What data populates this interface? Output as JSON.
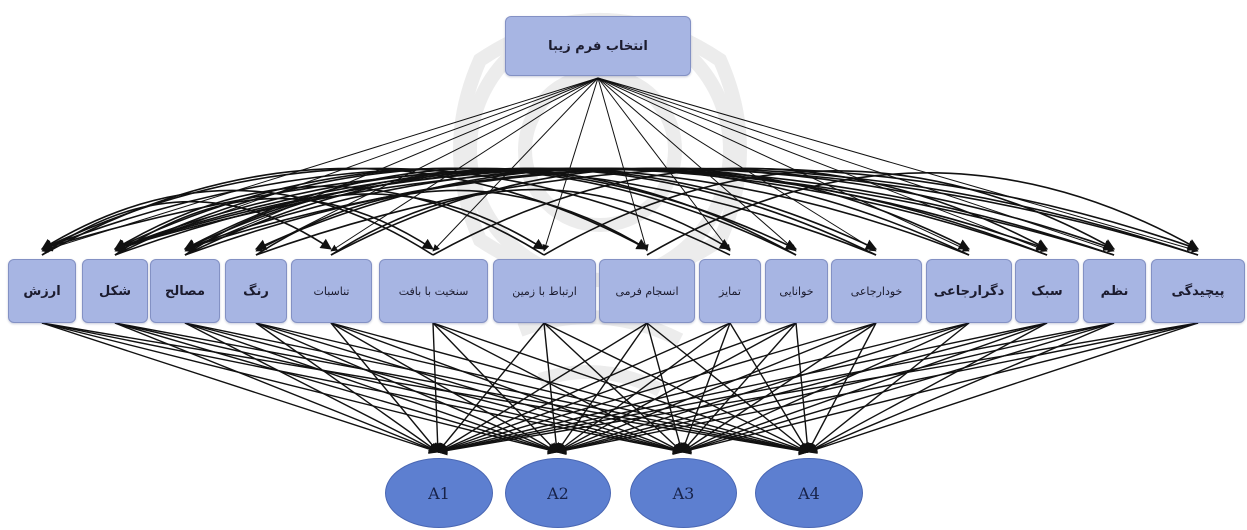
{
  "goal": "انتخاب فرم زیبا",
  "criteria": [
    "ارزش",
    "شکل",
    "مصالح",
    "رنگ",
    "تناسبات",
    "سنخیت با بافت",
    "ارتباط با زمین",
    "انسجام فرمی",
    "تمایز",
    "خوانایی",
    "خودارجاعی",
    "دگرارجاعی",
    "سبک",
    "نظم",
    "پیچیدگی"
  ],
  "alternatives": [
    "A1",
    "A2",
    "A3",
    "A4"
  ],
  "colors": {
    "box_fill": "#a7b5e3",
    "alternative_fill": "#5d7fd0",
    "edge": "#111111"
  }
}
